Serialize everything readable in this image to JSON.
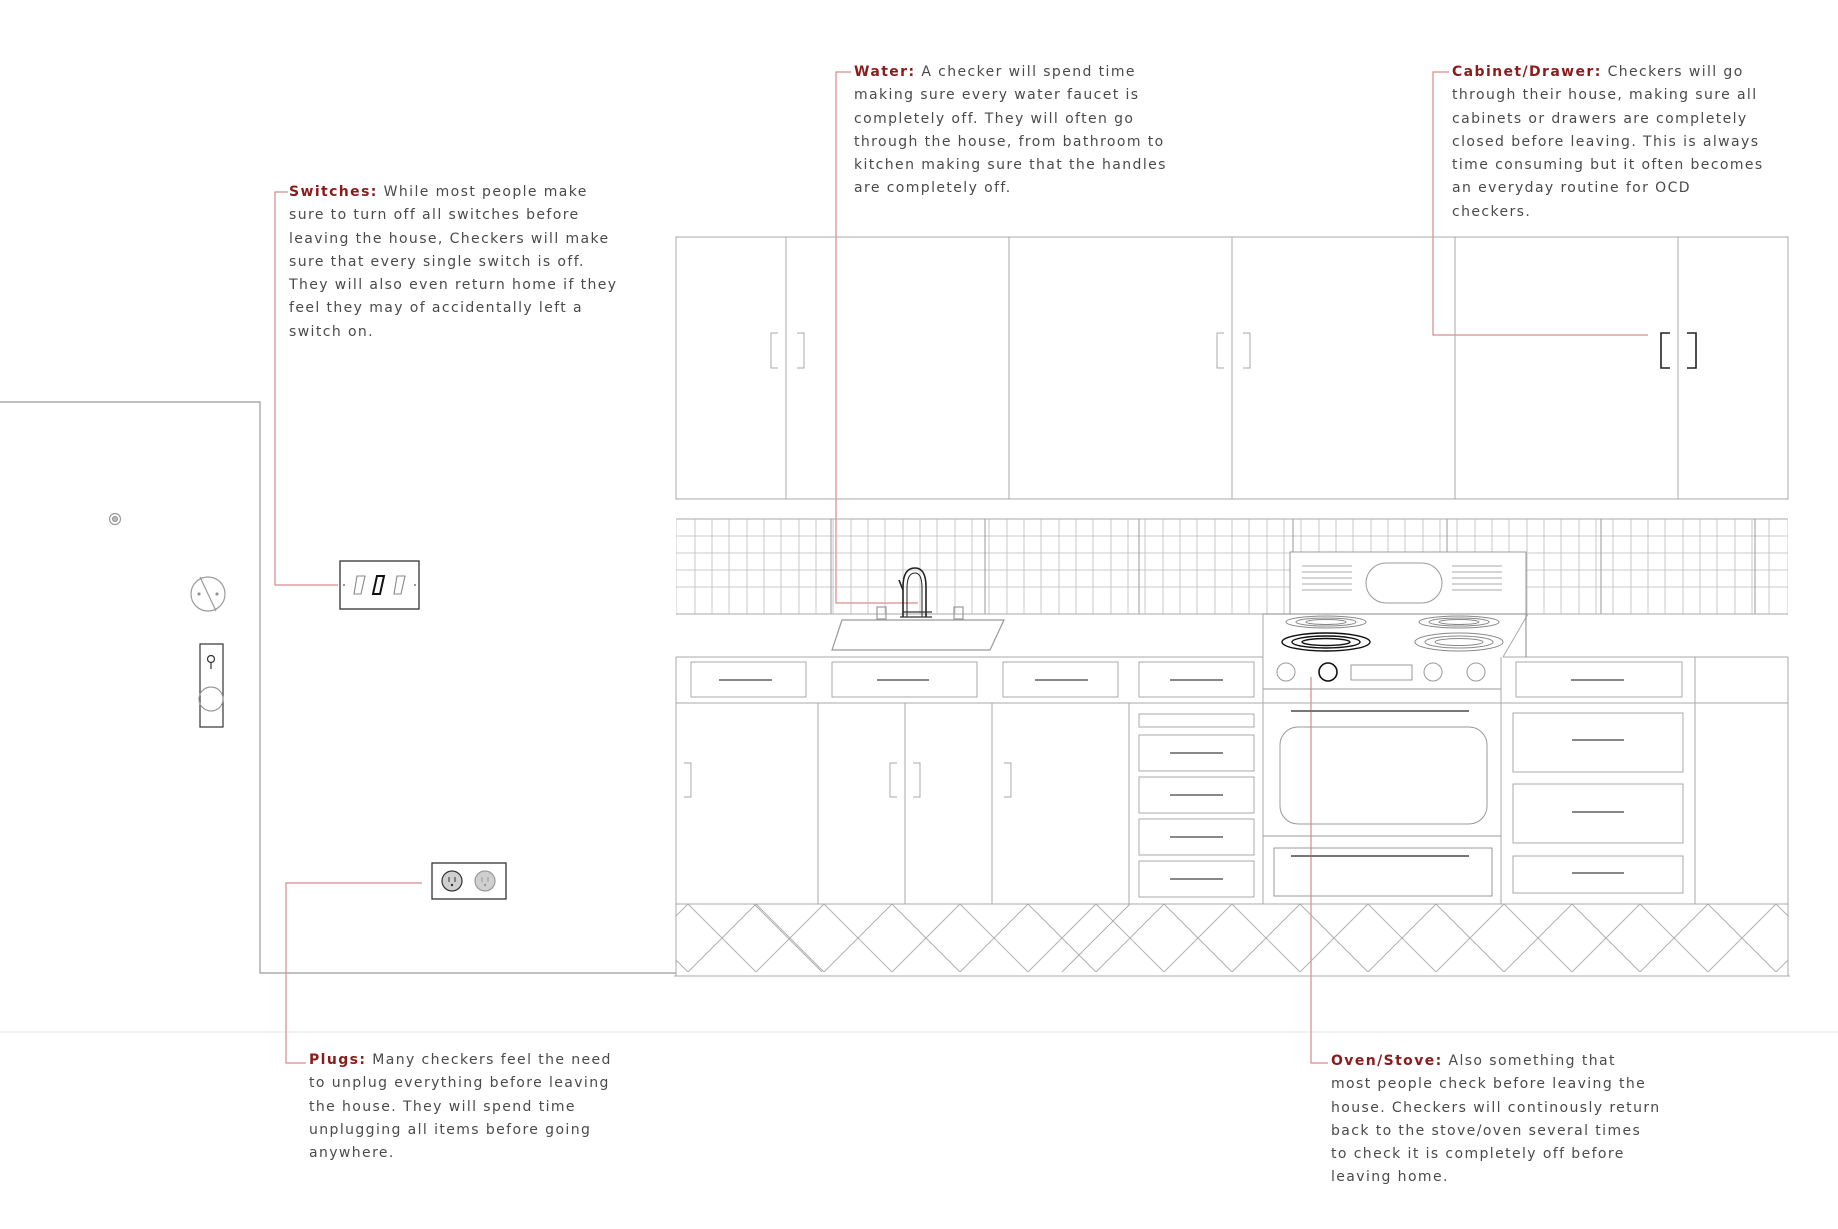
{
  "annotations": {
    "switches": {
      "label": "Switches:",
      "text": " While most people make sure to turn off all switches before leaving the house, Checkers will make sure that every single switch is off. They will also even return home if they feel they may of accidentally left a switch on."
    },
    "water": {
      "label": "Water:",
      "text": " A checker will spend time making sure every water faucet is completely off. They will often go through the house, from bathroom to kitchen making sure that the handles are completely off."
    },
    "cabinet": {
      "label": "Cabinet/Drawer:",
      "text": " Checkers will go through their house, making sure all cabinets or drawers are completely closed before leaving. This is always time consuming but it often becomes an everyday routine for OCD checkers."
    },
    "plugs": {
      "label": "Plugs:",
      "text": " Many checkers feel the need to unplug everything before leaving the house. They will spend time unplugging all items before going anywhere."
    },
    "oven": {
      "label": "Oven/Stove:",
      "text": " Also something that most people check before leaving the house. Checkers will continously return back to the stove/oven several times to check it is completely off before leaving home."
    }
  },
  "colors": {
    "accent_label": "#8a1c1c",
    "leader_line": "#d98a8a",
    "outline": "#9a9a9a",
    "text": "#4a4a4a"
  }
}
